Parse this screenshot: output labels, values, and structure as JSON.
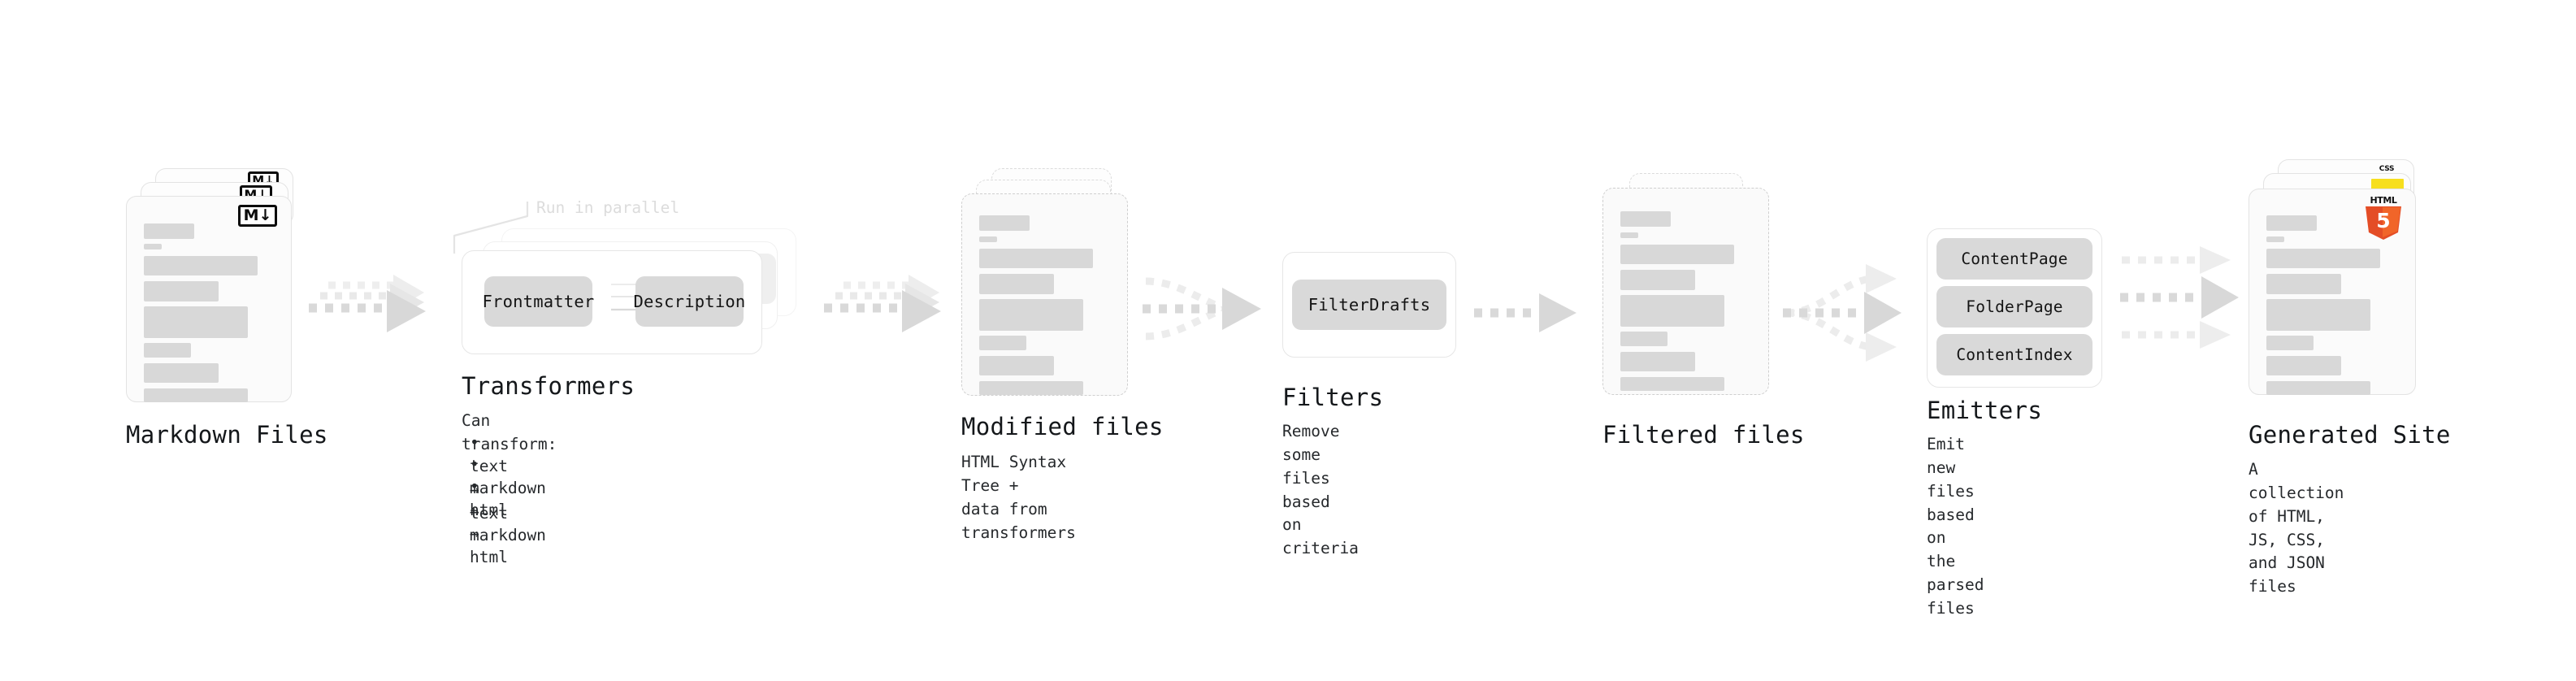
{
  "diagram": {
    "type": "pipeline-flow",
    "orientation": "horizontal",
    "background": "#ffffff",
    "stage_count": 7
  },
  "palette": {
    "text": "#14171a",
    "muted_text": "#26292c",
    "ghost_text": "#dcdcdc",
    "skeleton": "#d8d8d8",
    "chip": "#d9d9d9",
    "card_bg": "#fbfbfb",
    "card_border": "#e3e3e3",
    "dashed_border": "#cfcfcf",
    "arrow": "#d4d4d4",
    "html5_orange": "#e44d26",
    "html5_orange_light": "#f16529",
    "css_blue": "#264de4",
    "js_yellow": "#f7df1e"
  },
  "stages": [
    {
      "id": "markdown-files",
      "title": "Markdown Files",
      "description": "",
      "kind": "document-stack",
      "badge": "markdown-icon",
      "badge_text": "M↓",
      "stacked": 3,
      "border": "solid"
    },
    {
      "id": "transformers",
      "title": "Transformers",
      "description": "Can transform:",
      "kind": "panel-stack",
      "stacked": 3,
      "parallel_label": "Run in parallel",
      "chips": [
        "Frontmatter",
        "Description"
      ],
      "bullets": [
        "• text → text",
        "• markdown → markdown",
        "• html → html"
      ]
    },
    {
      "id": "modified-files",
      "title": "Modified files",
      "description": "HTML Syntax Tree +\ndata from transformers",
      "kind": "document-stack",
      "stacked": 3,
      "border": "dashed"
    },
    {
      "id": "filters",
      "title": "Filters",
      "description": "Remove some files based\non criteria",
      "kind": "panel",
      "chips": [
        "FilterDrafts"
      ]
    },
    {
      "id": "filtered-files",
      "title": "Filtered files",
      "description": "",
      "kind": "document-stack",
      "stacked": 2,
      "border": "dashed"
    },
    {
      "id": "emitters",
      "title": "Emitters",
      "description": "Emit new files based on\nthe parsed files",
      "kind": "panel",
      "chips": [
        "ContentPage",
        "FolderPage",
        "ContentIndex"
      ]
    },
    {
      "id": "generated-site",
      "title": "Generated Site",
      "description": "A collection of HTML,\nJS, CSS, and JSON files",
      "kind": "document-stack",
      "stacked": 3,
      "border": "solid",
      "badges": [
        "html5-icon",
        "js-icon",
        "css-icon"
      ],
      "badge_labels": {
        "html5": "HTML",
        "html5_digit": "5",
        "css": "CSS"
      }
    }
  ],
  "connectors": [
    {
      "id": "c1",
      "from": "markdown-files",
      "to": "transformers",
      "style": "dashed-triple-stacked"
    },
    {
      "id": "c2",
      "from": "transformers",
      "to": "modified-files",
      "style": "dashed-triple-stacked"
    },
    {
      "id": "c3",
      "from": "modified-files",
      "to": "filters",
      "style": "dashed-converge"
    },
    {
      "id": "c4",
      "from": "filters",
      "to": "filtered-files",
      "style": "dashed-single"
    },
    {
      "id": "c5",
      "from": "filtered-files",
      "to": "emitters",
      "style": "dashed-diverge-3"
    },
    {
      "id": "c6",
      "from": "emitters",
      "to": "generated-site",
      "style": "dashed-parallel-3"
    }
  ],
  "inner_flow": {
    "from": "Frontmatter",
    "to": "Description",
    "arrow_count": 3
  }
}
